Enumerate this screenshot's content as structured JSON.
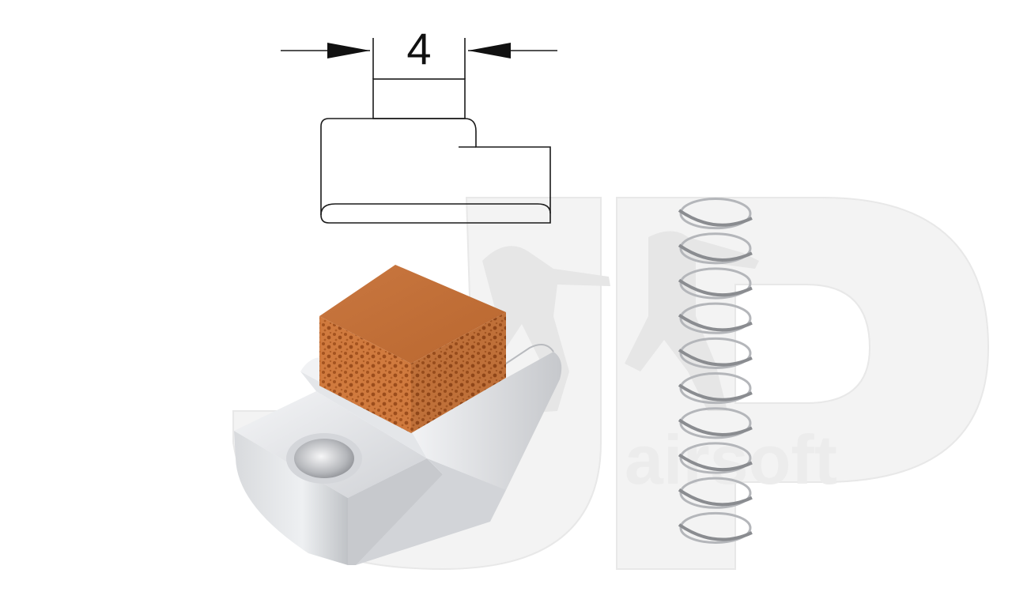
{
  "drawing": {
    "dimension_value": "4",
    "line_color": "#1a1a1a"
  },
  "watermark": {
    "logo_letters": "JP",
    "brand_text": "airsoft",
    "color": "#eeeeee"
  },
  "part": {
    "pad_color": "#c8733a",
    "pad_shade_color": "#a85a28",
    "metal_color": "#dcdde0",
    "metal_shade_color": "#b9bbc0"
  },
  "spring": {
    "coil_color": "#8a8c90",
    "coil_count": 10
  }
}
